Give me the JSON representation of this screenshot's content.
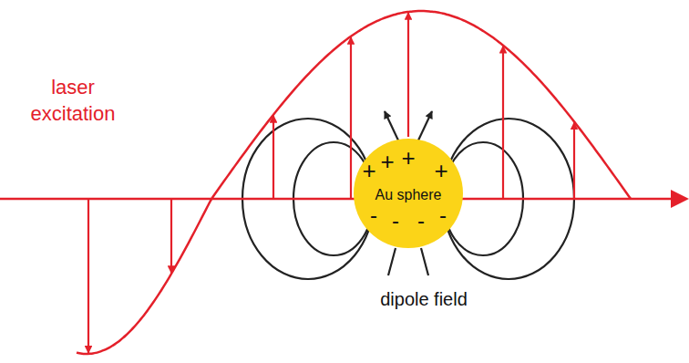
{
  "diagram": {
    "nodes": [
      {
        "text": [
          "Au sphere"
        ]
      }
    ],
    "labels": [
      "laser excitation",
      "+",
      "+",
      "+",
      "+",
      "-",
      "-",
      "-",
      "-",
      "dipole field"
    ]
  }
}
